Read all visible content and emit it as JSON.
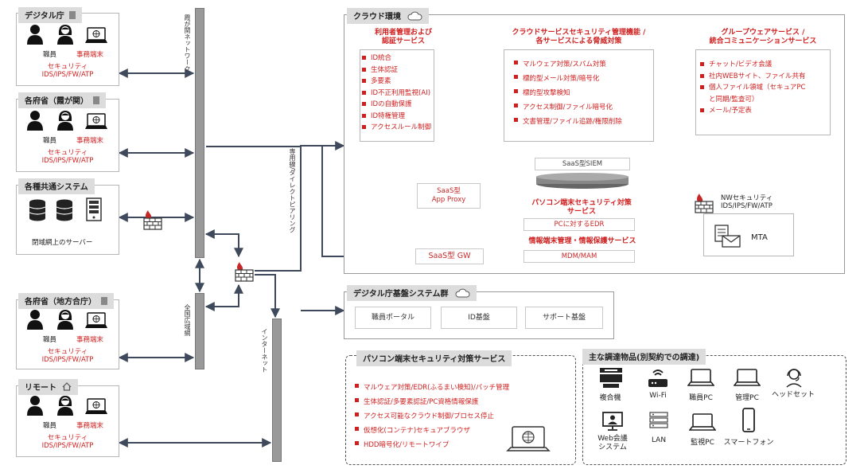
{
  "entities": {
    "digital_agency": {
      "title": "デジタル庁",
      "staff": "職員",
      "terminal": "事務端末",
      "security": "セキュリティ\nIDS/IPS/FW/ATP"
    },
    "ministries_kasumigaseki": {
      "title": "各府省（霞が関）",
      "staff": "職員",
      "terminal": "事務端末",
      "security": "セキュリティ\nIDS/IPS/FW/ATP"
    },
    "common_systems": {
      "title": "各種共通システム",
      "caption": "閉域網上のサーバー"
    },
    "ministries_regional": {
      "title": "各府省（地方合庁）",
      "staff": "職員",
      "terminal": "事務端末",
      "security": "セキュリティ\nIDS/IPS/FW/ATP"
    },
    "remote": {
      "title": "リモート",
      "staff": "職員",
      "terminal": "事務端末",
      "security": "セキュリティ\nIDS/IPS/FW/ATP"
    }
  },
  "networks": {
    "kasumigaseki_net": "霞が関ネットワーク",
    "wide_area_net": "全国広域網",
    "internet": "インターネット",
    "dedicated_line": "専用線/ダイレクトピアリング"
  },
  "cloud": {
    "title": "クラウド環境",
    "id_service": {
      "heading": "利用者管理および\n認証サービス",
      "items": [
        "ID統合",
        "生体認証",
        "多要素",
        "ID不正利用監視(AI)",
        "IDの自動保護",
        "ID特権管理",
        "アクセスルール制御"
      ]
    },
    "security_service": {
      "heading": "クラウドサービスセキュリティ管理機能 /\n各サービスによる脅威対策",
      "items": [
        "マルウェア対策/スパム対策",
        "標的型メール対策/暗号化",
        "標的型攻撃検知",
        "アクセス制御/ファイル暗号化",
        "文書管理/ファイル追跡/権限削除"
      ]
    },
    "groupware": {
      "heading": "グループウェアサービス /\n統合コミュニケーションサービス",
      "items": [
        "チャット/ビデオ会議",
        "社内WEBサイト、ファイル共有",
        "個人ファイル領域（セキュアPC\nと同期/監査可）",
        "メール/予定表"
      ]
    },
    "siem": "SaaS型SIEM",
    "proxy": "SaaS型\nApp Proxy",
    "gw": "SaaS型 GW",
    "endpoint_heading": "パソコン端末セキュリティ対策\nサービス",
    "edr": "PCに対するEDR",
    "mdm_heading": "情報端末管理・情報保護サービス",
    "mdm": "MDM/MAM",
    "nw_security": "NWセキュリティ\nIDS/IPS/FW/ATP",
    "mta": "MTA"
  },
  "base_systems": {
    "title": "デジタル庁基盤システム群",
    "items": [
      "職員ポータル",
      "ID基盤",
      "サポート基盤"
    ]
  },
  "pc_security": {
    "title": "パソコン端末セキュリティ対策サービス",
    "items": [
      "マルウェア対策/EDR(ふるまい検知)/パッチ管理",
      "生体認証/多要素認証/PC資格情報保護",
      "アクセス可能なクラウド制御/プロセス停止",
      "仮想化(コンテナ)セキュアブラウザ",
      "HDD暗号化/リモートワイプ"
    ]
  },
  "procurement": {
    "title": "主な調達物品(別契約での調達)",
    "items": [
      {
        "label": "複合機",
        "icon": "printer-icon"
      },
      {
        "label": "Wi-Fi",
        "icon": "wifi-router-icon"
      },
      {
        "label": "職員PC",
        "icon": "laptop-icon"
      },
      {
        "label": "管理PC",
        "icon": "laptop-icon"
      },
      {
        "label": "ヘッドセット",
        "icon": "headset-icon"
      },
      {
        "label": "Web会議\nシステム",
        "icon": "web-conference-icon"
      },
      {
        "label": "LAN",
        "icon": "lan-icon"
      },
      {
        "label": "監視PC",
        "icon": "laptop-icon"
      },
      {
        "label": "スマートフォン",
        "icon": "smartphone-icon"
      }
    ]
  },
  "colors": {
    "accent_red": "#d01f1f",
    "line": "#3e4a5c",
    "tag_bg": "#dcdcdc"
  }
}
